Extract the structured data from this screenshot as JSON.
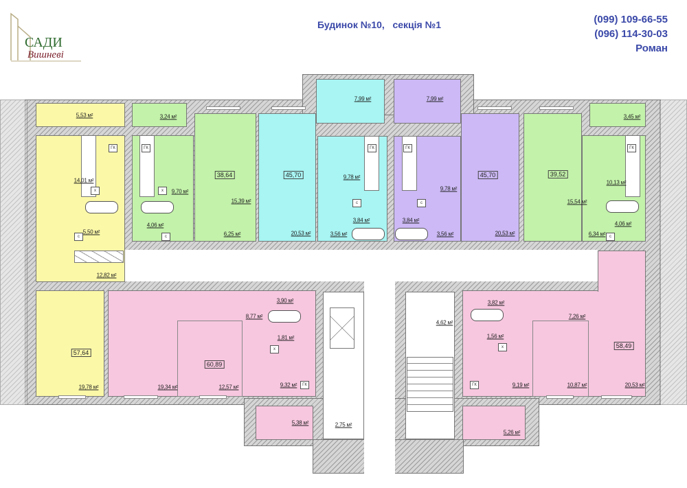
{
  "header": {
    "title": "Будинок №10,   секція №1",
    "phones": [
      "(099) 109-66-55",
      "(096) 114-30-03"
    ],
    "contact_name": "Роман",
    "logo_text": [
      "САДИ",
      "Вишневі"
    ]
  },
  "unit": "м²",
  "fixtures": {
    "gk": "ГК",
    "x": "х",
    "c": "с"
  },
  "colors": {
    "yellow": "#fbf8a8",
    "green": "#c3f2aa",
    "cyan": "#a8f5f3",
    "purple": "#ccb9f5",
    "pink": "#f7c7df"
  },
  "apartments": {
    "yellow": {
      "total": "57,64",
      "rooms": [
        "5,53 м²",
        "14,01 м²",
        "5,50 м²",
        "12,82 м²",
        "19,78 м²"
      ]
    },
    "green_left": {
      "total": "38,64",
      "rooms": [
        "3,24 м²",
        "9,70 м²",
        "4,06 м²",
        "15,39 м²",
        "6,25 м²"
      ]
    },
    "cyan": {
      "total": "45,70",
      "rooms": [
        "20,53 м²",
        "7,99 м²",
        "9,78 м²",
        "3,84 м²",
        "3,56 м²"
      ]
    },
    "purple": {
      "total": "45,70",
      "rooms": [
        "7,99 м²",
        "9,78 м²",
        "3,84 м²",
        "3,56 м²",
        "20,53 м²"
      ]
    },
    "green_right": {
      "total": "39,52",
      "rooms": [
        "15,54 м²",
        "3,45 м²",
        "10,13 м²",
        "4,06 м²",
        "6,34 м²"
      ]
    },
    "pink_left": {
      "total": "60,89",
      "rooms": [
        "3,90 м²",
        "8,77 м²",
        "1,81 м²",
        "9,32 м²",
        "19,34 м²",
        "12,57 м²",
        "5,38 м²"
      ]
    },
    "pink_right": {
      "total": "58,49",
      "rooms": [
        "3,82 м²",
        "7,26 м²",
        "1,56 м²",
        "9,19 м²",
        "10,87 м²",
        "20,53 м²",
        "5,26 м²"
      ]
    }
  },
  "common": {
    "rooms": [
      "4,62 м²",
      "2,75 м²"
    ]
  }
}
